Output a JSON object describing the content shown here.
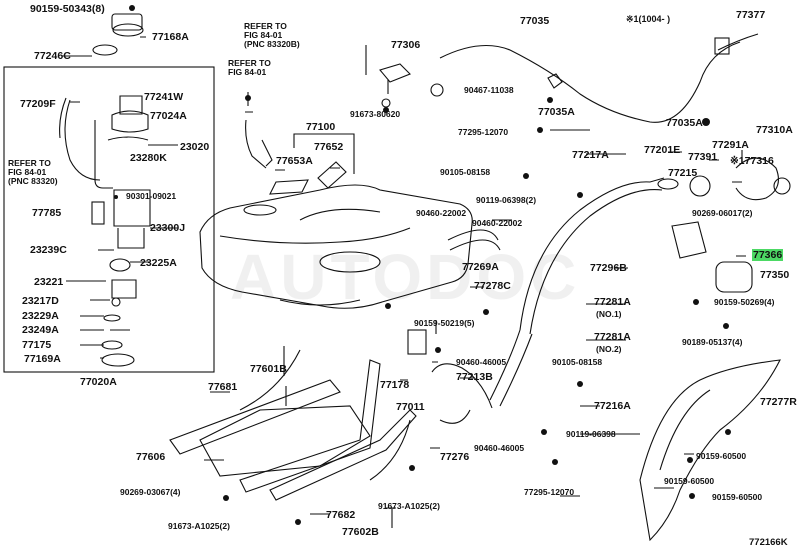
{
  "diagram": {
    "id": "772166K",
    "watermark": "AUTODOC",
    "note_top": "※1(1004-   )",
    "highlight_color": "#4cd964",
    "refs": [
      {
        "text": "REFER TO\nFIG 84-01\n(PNC 83320B)"
      },
      {
        "text": "REFER TO\nFIG 84-01"
      },
      {
        "text": "REFER TO\nFIG 84-01\n(PNC 83320)"
      }
    ],
    "parts": [
      "90159-50343(8)",
      "77168A",
      "77246C",
      "77209F",
      "77241W",
      "77024A",
      "23020",
      "23280K",
      "90301-09021",
      "77785",
      "23300J",
      "23239C",
      "23225A",
      "23221",
      "23217D",
      "23229A",
      "23249A",
      "77175",
      "77169A",
      "77020A",
      "77100",
      "77653A",
      "77652",
      "77306",
      "91673-80620",
      "90467-11038",
      "77035",
      "77035A",
      "77377",
      "77035A",
      "77310A",
      "77291A",
      "※177316",
      "77391",
      "77215",
      "77201E",
      "77295-12070",
      "77217A",
      "90105-08158",
      "90119-06398(2)",
      "90460-22002",
      "90460-22002",
      "77269A",
      "77278C",
      "77296B",
      "77366",
      "77350",
      "90269-06017(2)",
      "90159-50269(4)",
      "77281A",
      "(NO.1)",
      "77281A",
      "(NO.2)",
      "90189-05137(4)",
      "90159-50219(5)",
      "90460-46005",
      "77213B",
      "77178",
      "77011",
      "77276",
      "90460-46005",
      "90105-08158",
      "77216A",
      "90119-06398",
      "77295-12070",
      "77277R",
      "90159-60500",
      "90159-60500",
      "90159-60500",
      "77601B",
      "77681",
      "77606",
      "90269-03067(4)",
      "91673-A1025(2)",
      "91673-A1025(2)",
      "77682",
      "77602B"
    ]
  }
}
